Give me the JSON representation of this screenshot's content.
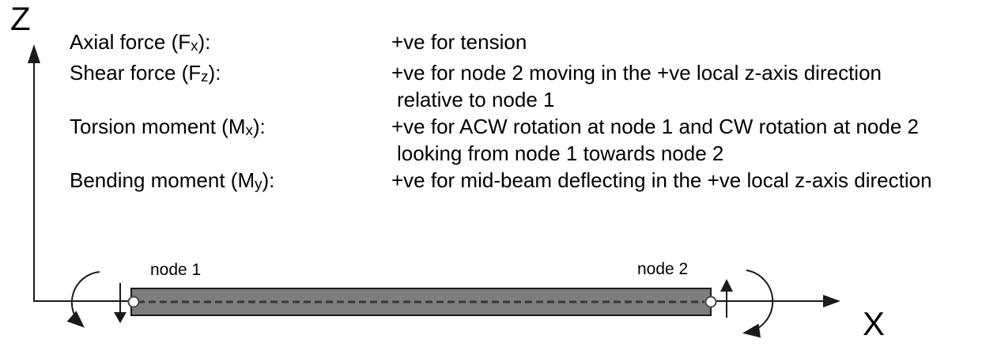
{
  "axes": {
    "z_label": "Z",
    "x_label": "X"
  },
  "nodes": {
    "node1_label": "node 1",
    "node2_label": "node 2"
  },
  "conventions": {
    "rows": [
      {
        "label_prefix": "Axial force (F",
        "label_sub": "x",
        "label_suffix": "):",
        "lines": [
          "+ve for tension"
        ]
      },
      {
        "label_prefix": "Shear force (F",
        "label_sub": "z",
        "label_suffix": "):",
        "lines": [
          "+ve for node 2 moving in the +ve local z-axis direction",
          "relative to node 1"
        ]
      },
      {
        "label_prefix": "Torsion moment (M",
        "label_sub": "x",
        "label_suffix": "):",
        "lines": [
          "+ve for ACW rotation at node 1 and CW rotation at node 2",
          "looking from node 1 towards node 2"
        ]
      },
      {
        "label_prefix": "Bending moment (M",
        "label_sub": "y",
        "label_suffix": "):",
        "lines": [
          "+ve for mid-beam deflecting in the +ve local z-axis direction"
        ]
      }
    ]
  },
  "colors": {
    "ink": "#000000",
    "beam_fill": "#7e7e7e",
    "beam_outline": "#1a1a1a",
    "beam_centerline": "#383838",
    "node_marker_fill": "#ffffff",
    "node_marker_outline": "#4a4a4a"
  }
}
